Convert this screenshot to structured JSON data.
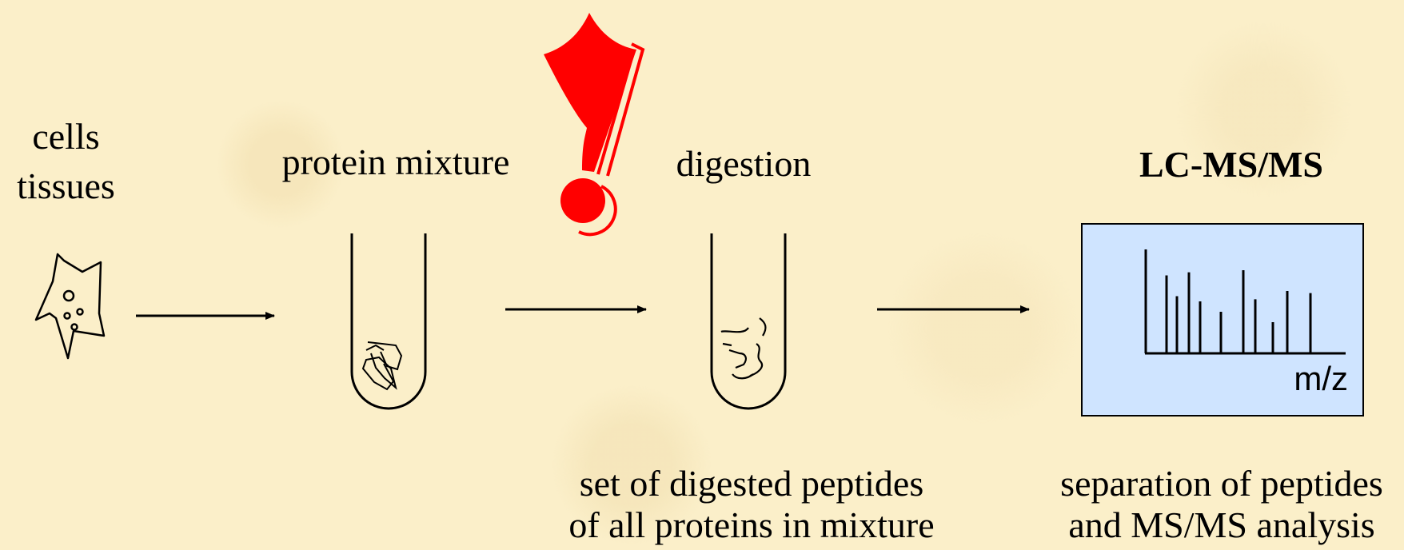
{
  "labels": {
    "cells": "cells",
    "tissues": "tissues",
    "protein_mixture": "protein mixture",
    "digestion": "digestion",
    "lcms": "LC-MS/MS",
    "peptides_line1": "set of digested peptides",
    "peptides_line2": "of all proteins in mixture",
    "separation_line1": "separation of peptides",
    "separation_line2": "and MS/MS analysis"
  },
  "spectrum": {
    "axis_label": "m/z",
    "peak_heights": [
      0.75,
      0.55,
      0.78,
      0.5,
      0.4,
      0.8,
      0.52,
      0.3,
      0.6,
      0.58
    ]
  },
  "colors": {
    "background": "#fbefc9",
    "exclamation": "#ff0000",
    "spectrum_box": "#cfe4ff"
  },
  "icons": [
    "cell-icon",
    "protein-tube-icon",
    "exclamation-icon",
    "peptide-tube-icon",
    "mass-spectrum-icon"
  ]
}
